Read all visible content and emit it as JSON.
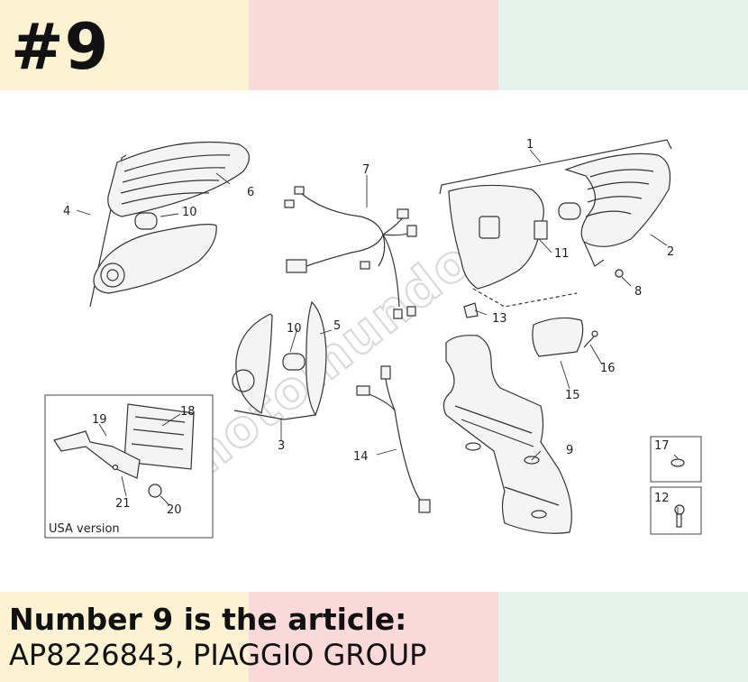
{
  "badge": {
    "text": "#9"
  },
  "caption": {
    "line1": "Number 9 is the article:",
    "line2": "AP8226843, PIAGGIO GROUP"
  },
  "diagram": {
    "callouts": [
      "1",
      "2",
      "3",
      "4",
      "5",
      "6",
      "7",
      "8",
      "9",
      "10",
      "10",
      "11",
      "12",
      "13",
      "14",
      "15",
      "16",
      "17",
      "18",
      "19",
      "20",
      "21"
    ],
    "usa_box_label": "USA version",
    "watermark": "motomundo"
  },
  "colors": {
    "band_yellow": "#fdf3d2",
    "band_pink": "#fadad8",
    "band_green": "#e3f3ec",
    "text": "#111111"
  }
}
